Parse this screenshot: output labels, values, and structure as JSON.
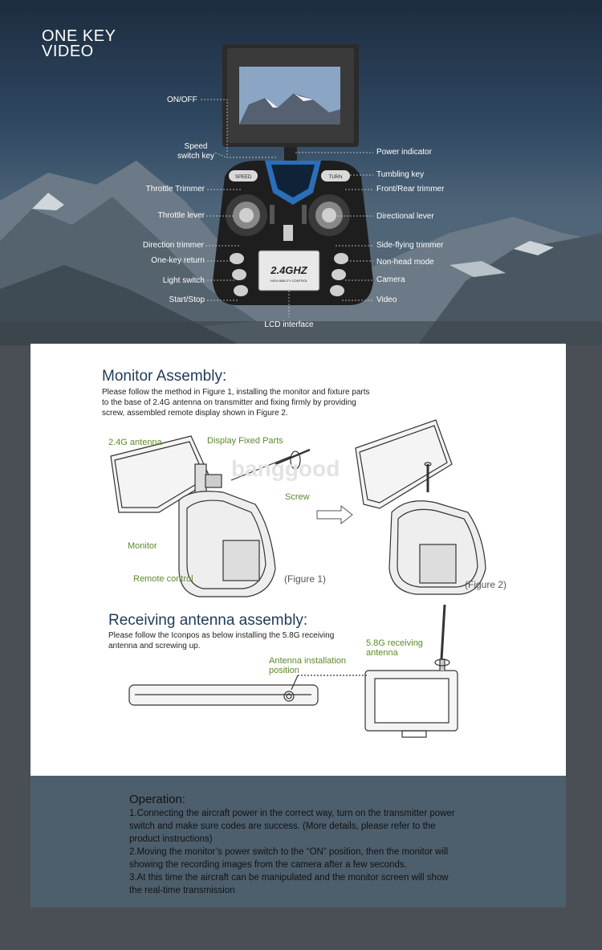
{
  "hero": {
    "title_line1": "ONE KEY",
    "title_line2": "VIDEO",
    "lcd_brand": "2.4GHZ",
    "lcd_sub": "HIGH ABILITY CONTROL",
    "speed_key_text": "SPEED",
    "turn_key_text": "TURN",
    "callouts": {
      "on_off": "ON/OFF",
      "speed_switch_1": "Speed",
      "speed_switch_2": "switch key",
      "power_indicator": "Power indicator",
      "tumbling_key": "Tumbling key",
      "throttle_trimmer": "Throttle Trimmer",
      "front_rear_trimmer": "Front/Rear trimmer",
      "throttle_lever": "Throttle lever",
      "directional_lever": "Directional lever",
      "direction_trimmer": "Direction trimmer",
      "side_flying_trimmer": "Side-flying trimmer",
      "one_key_return": "One-key return",
      "non_head_mode": "Non-head mode",
      "light_switch": "Light switch",
      "camera": "Camera",
      "start_stop": "Start/Stop",
      "video": "Video",
      "lcd_interface": "LCD  interface"
    }
  },
  "monitor_assembly": {
    "title": "Monitor Assembly:",
    "body_lines": [
      "Please follow the method in Figure 1, installing the monitor and fixture parts",
      "to the base of 2.4G antenna on transmitter and fixing firmly by providing",
      "screw, assembled remote display shown in Figure 2."
    ],
    "labels": {
      "antenna": "2.4G antenna",
      "fixed_parts": "Display Fixed Parts",
      "screw": "Screw",
      "monitor": "Monitor",
      "remote_control": "Remote control",
      "figure1": "(Figure 1)",
      "figure2": "(Figure 2)"
    },
    "watermark": "banggood"
  },
  "receiving_antenna": {
    "title": "Receiving antenna assembly:",
    "body_lines": [
      "Please follow the Iconpos as below installing the 5.8G receiving",
      "antenna and screwing up."
    ],
    "labels": {
      "antenna_58_1": "5.8G receiving",
      "antenna_58_2": "antenna",
      "install_pos_1": "Antenna installation",
      "install_pos_2": "position"
    }
  },
  "operation": {
    "title": "Operation:",
    "lines": [
      "1.Connecting the aircraft power in the correct way, turn on the transmitter power",
      "switch and make sure codes are success. (More details, please refer to the",
      "product instructions)",
      "2.Moving the monitor’s power switch to the “ON” position, then the monitor will",
      "showing the recording images from the camera after a few seconds.",
      "3.At this time the aircraft can be manipulated and the monitor screen will show",
      "the real-time transmission"
    ]
  },
  "colors": {
    "section_title": "#1f3b58",
    "label_green": "#5b8a2a",
    "operation_bg": "#4d5f6d",
    "page_bg": "#4a4f55"
  }
}
